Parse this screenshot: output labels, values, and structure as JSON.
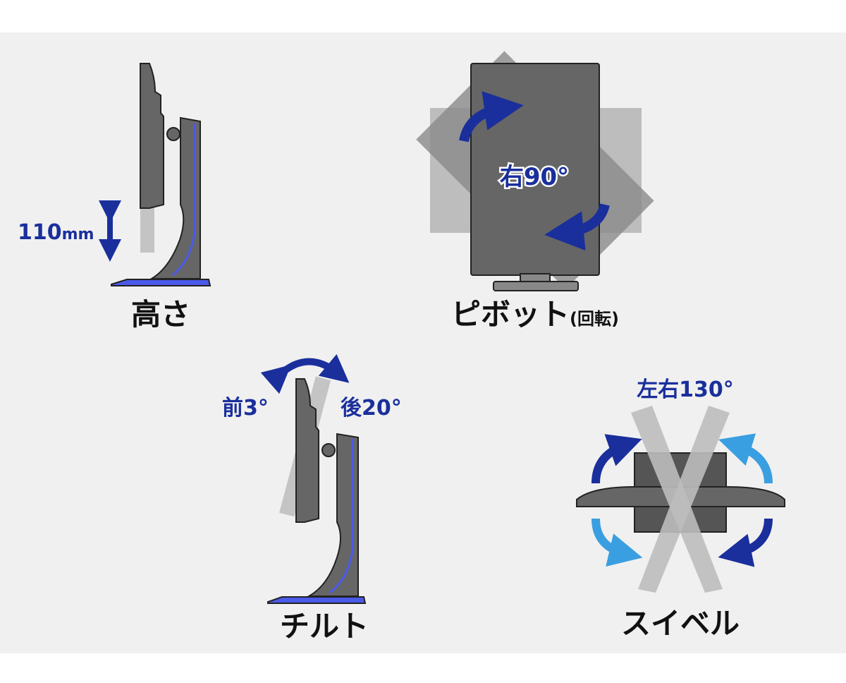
{
  "colors": {
    "background": "#f0f0f0",
    "monitor": "#666666",
    "ghost": "#bdbdbd",
    "accent_dark_blue": "#1a2f9c",
    "accent_light_blue": "#3a9fe0",
    "stand_stripe": "#4a5ae8"
  },
  "height": {
    "title": "高さ",
    "range_value": "110",
    "range_unit": "mm"
  },
  "pivot": {
    "title": "ピボット",
    "subtitle": "(回転)",
    "angle": "右90°"
  },
  "tilt": {
    "title": "チルト",
    "forward": "前3°",
    "backward": "後20°"
  },
  "swivel": {
    "title": "スイベル",
    "angle": "左右130°"
  }
}
